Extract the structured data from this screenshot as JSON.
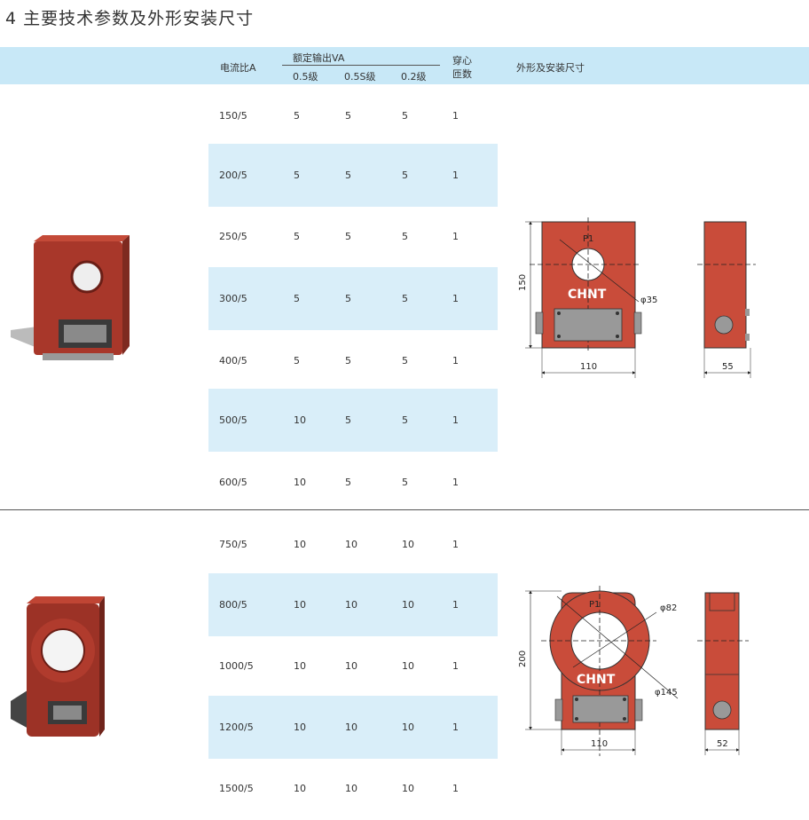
{
  "title": "4 主要技术参数及外形安装尺寸",
  "header": {
    "ratio": "电流比A",
    "rated_output": "额定输出VA",
    "class_05": "0.5级",
    "class_05s": "0.5S级",
    "class_02": "0.2级",
    "turns_line1": "穿心",
    "turns_line2": "匝数",
    "dims": "外形及安装尺寸"
  },
  "rows": [
    [
      "150/5",
      "5",
      "5",
      "5",
      "1"
    ],
    [
      "200/5",
      "5",
      "5",
      "5",
      "1"
    ],
    [
      "250/5",
      "5",
      "5",
      "5",
      "1"
    ],
    [
      "300/5",
      "5",
      "5",
      "5",
      "1"
    ],
    [
      "400/5",
      "5",
      "5",
      "5",
      "1"
    ],
    [
      "500/5",
      "10",
      "5",
      "5",
      "1"
    ],
    [
      "600/5",
      "10",
      "5",
      "5",
      "1"
    ],
    [
      "750/5",
      "10",
      "10",
      "10",
      "1"
    ],
    [
      "800/5",
      "10",
      "10",
      "10",
      "1"
    ],
    [
      "1000/5",
      "10",
      "10",
      "10",
      "1"
    ],
    [
      "1200/5",
      "10",
      "10",
      "10",
      "1"
    ],
    [
      "1500/5",
      "10",
      "10",
      "10",
      "1"
    ]
  ],
  "drawing1": {
    "p1": "P1",
    "height": "150",
    "width": "110",
    "hole": "φ35",
    "depth": "55",
    "brand": "CHNT"
  },
  "drawing2": {
    "p1": "P1",
    "height": "200",
    "width": "110",
    "hole": "φ82",
    "outer": "φ145",
    "depth": "52",
    "brand": "CHNT"
  },
  "colors": {
    "header_bg": "#c8e8f7",
    "alt_row": "#d9eef9",
    "body_red": "#c94c3a"
  }
}
